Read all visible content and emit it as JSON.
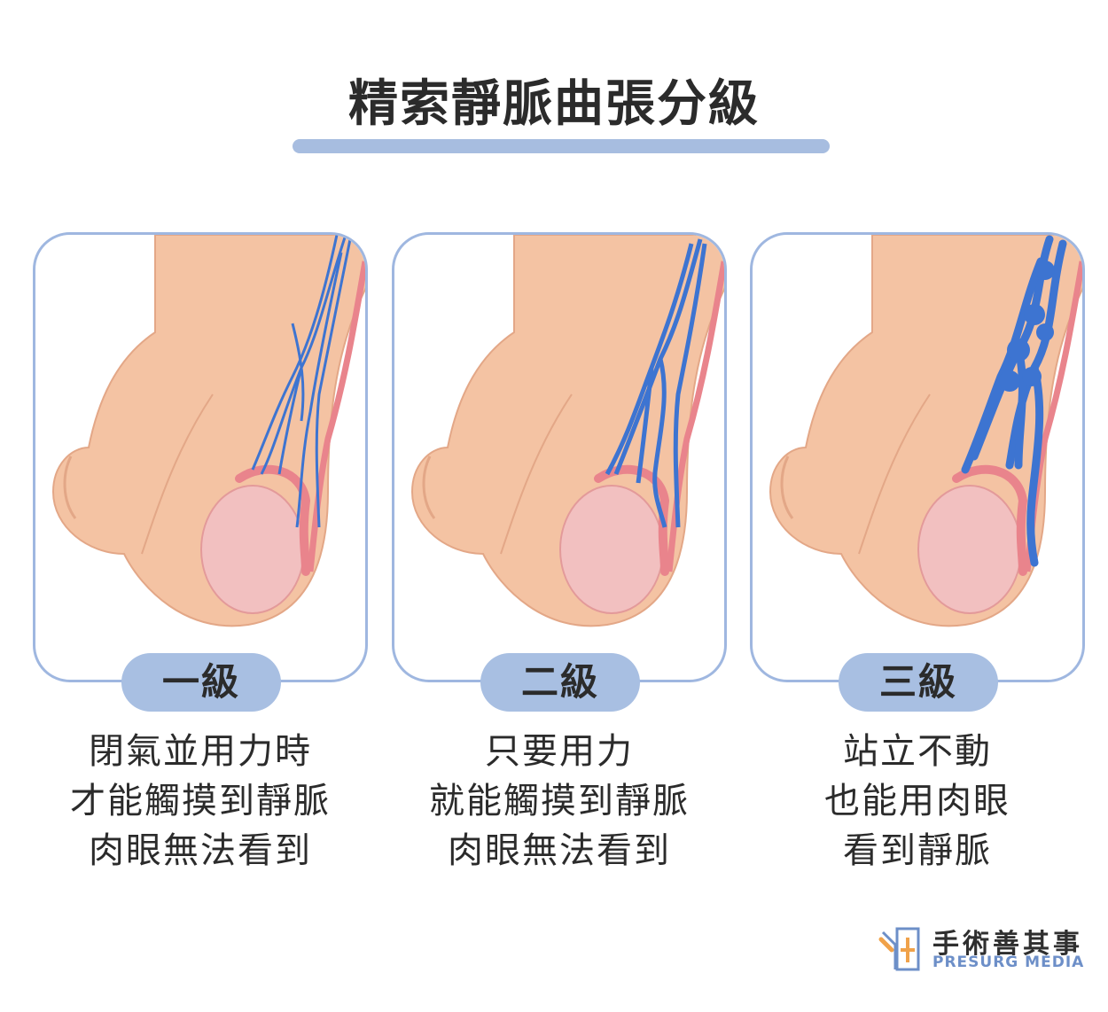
{
  "title": "精索靜脈曲張分級",
  "grades": [
    {
      "label": "一級",
      "lines": [
        "閉氣並用力時",
        "才能觸摸到靜脈",
        "肉眼無法看到"
      ]
    },
    {
      "label": "二級",
      "lines": [
        "只要用力",
        "就能觸摸到靜脈",
        "肉眼無法看到"
      ]
    },
    {
      "label": "三級",
      "lines": [
        "站立不動",
        "也能用肉眼",
        "看到靜脈"
      ]
    }
  ],
  "logo": {
    "name_cn": "手術善其事",
    "name_en": "PRESURG MEDIA"
  },
  "colors": {
    "skin": "#f4c3a3",
    "skin_outline": "#e3a787",
    "testis": "#f2c0c0",
    "vein": "#3d74d1",
    "artery": "#e9848c",
    "frame": "#9fb7e0",
    "badge": "#a8bfe2"
  },
  "icons": [
    "vein-illustration-icon",
    "presurg-logo-icon"
  ]
}
